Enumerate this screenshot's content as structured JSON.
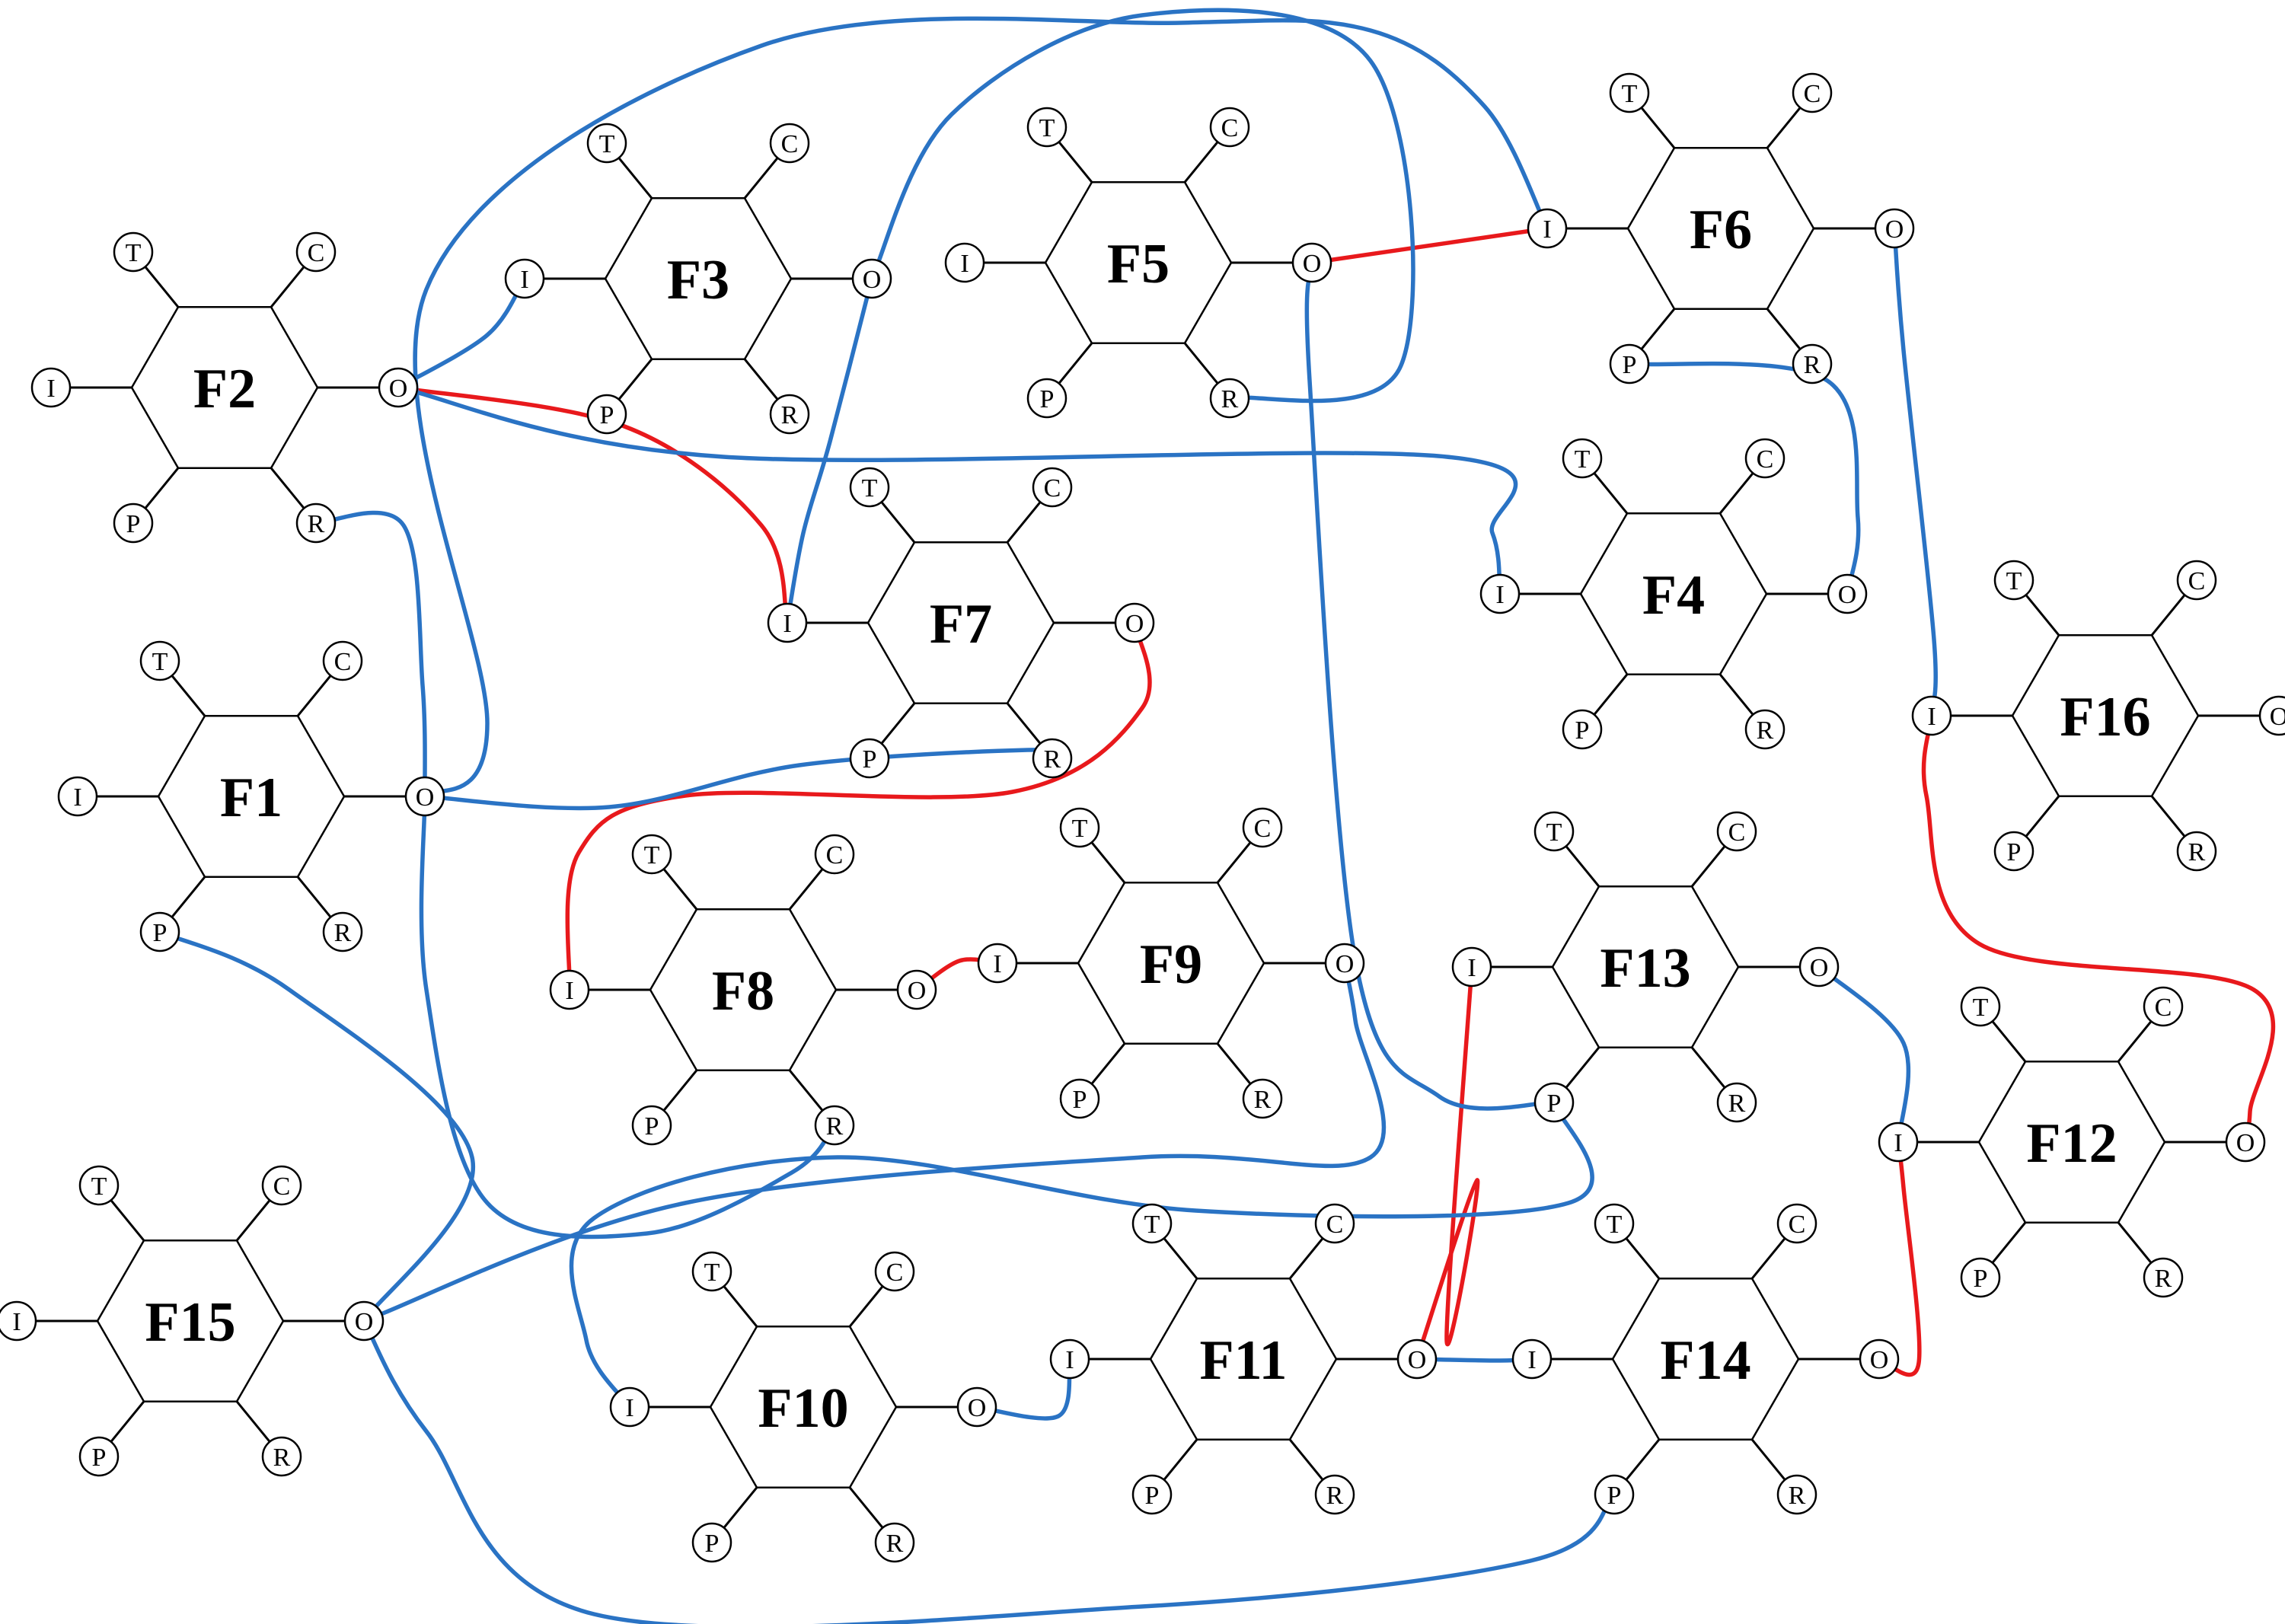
{
  "diagram": {
    "colors": {
      "red": "#e8191c",
      "blue": "#2a73c4",
      "stroke": "#000000"
    },
    "port_letters": [
      "T",
      "C",
      "I",
      "O",
      "P",
      "R"
    ],
    "nodes": [
      {
        "id": "F1",
        "label": "F1"
      },
      {
        "id": "F2",
        "label": "F2"
      },
      {
        "id": "F3",
        "label": "F3"
      },
      {
        "id": "F4",
        "label": "F4"
      },
      {
        "id": "F5",
        "label": "F5"
      },
      {
        "id": "F6",
        "label": "F6"
      },
      {
        "id": "F7",
        "label": "F7"
      },
      {
        "id": "F8",
        "label": "F8"
      },
      {
        "id": "F9",
        "label": "F9"
      },
      {
        "id": "F10",
        "label": "F10"
      },
      {
        "id": "F11",
        "label": "F11"
      },
      {
        "id": "F12",
        "label": "F12"
      },
      {
        "id": "F13",
        "label": "F13"
      },
      {
        "id": "F14",
        "label": "F14"
      },
      {
        "id": "F15",
        "label": "F15"
      },
      {
        "id": "F16",
        "label": "F16"
      }
    ],
    "edges": [
      {
        "id": "e1",
        "from": "F5.O",
        "to": "F6.I",
        "color": "red"
      },
      {
        "id": "e2",
        "from": "F2.O",
        "to": "F7.I",
        "color": "red"
      },
      {
        "id": "e3",
        "from": "F7.O",
        "to": "F8.I",
        "color": "red"
      },
      {
        "id": "e4",
        "from": "F8.O",
        "to": "F9.I",
        "color": "red"
      },
      {
        "id": "e5",
        "from": "F11.O",
        "to": "F13.I",
        "color": "red"
      },
      {
        "id": "e6",
        "from": "F14.O",
        "to": "F12.I",
        "color": "red"
      },
      {
        "id": "e7",
        "from": "F16.I",
        "to": "F12.O",
        "color": "red"
      },
      {
        "id": "e8",
        "from": "F2.O",
        "to": "F3.I",
        "color": "blue"
      },
      {
        "id": "e9",
        "from": "F2.O",
        "to": "F4.I",
        "color": "blue"
      },
      {
        "id": "e10",
        "from": "F2.R",
        "to": "F1.O",
        "color": "blue"
      },
      {
        "id": "e11",
        "from": "F1.O",
        "to": "F6.I",
        "color": "blue"
      },
      {
        "id": "e12",
        "from": "F3.O",
        "to": "F5.R",
        "color": "blue"
      },
      {
        "id": "e13",
        "from": "F3.O",
        "to": "F7.I",
        "color": "blue"
      },
      {
        "id": "e14",
        "from": "F1.O",
        "to": "F7.R",
        "color": "blue"
      },
      {
        "id": "e15",
        "from": "F1.O",
        "to": "F8.R",
        "color": "blue"
      },
      {
        "id": "e16",
        "from": "F6.P",
        "to": "F4.O",
        "color": "blue"
      },
      {
        "id": "e17",
        "from": "F6.O",
        "to": "F16.I",
        "color": "blue"
      },
      {
        "id": "e18",
        "from": "F5.O",
        "to": "F13.P",
        "color": "blue"
      },
      {
        "id": "e19",
        "from": "F13.P",
        "to": "F10.I",
        "color": "blue"
      },
      {
        "id": "e20",
        "from": "F1.P",
        "to": "F15.O",
        "color": "blue"
      },
      {
        "id": "e21",
        "from": "F9.O",
        "to": "F15.O",
        "color": "blue"
      },
      {
        "id": "e22",
        "from": "F15.O",
        "to": "F14.P",
        "color": "blue"
      },
      {
        "id": "e23",
        "from": "F10.O",
        "to": "F11.I",
        "color": "blue"
      },
      {
        "id": "e24",
        "from": "F11.O",
        "to": "F14.I",
        "color": "blue"
      },
      {
        "id": "e25",
        "from": "F13.O",
        "to": "F12.I",
        "color": "blue"
      }
    ]
  }
}
